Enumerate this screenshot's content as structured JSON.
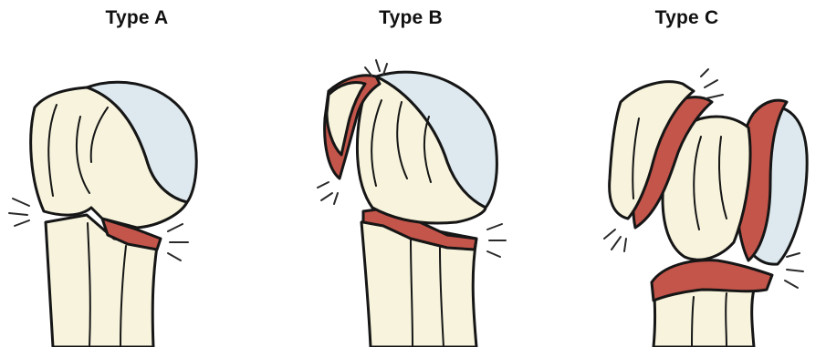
{
  "colors": {
    "bone": "#f7f3dc",
    "cartilage": "#dde9ef",
    "fracture": "#c4554a",
    "outline": "#161616",
    "crack_marks": "#2a2a2a"
  },
  "panels": [
    {
      "title": "Type A"
    },
    {
      "title": "Type B"
    },
    {
      "title": "Type C"
    }
  ]
}
